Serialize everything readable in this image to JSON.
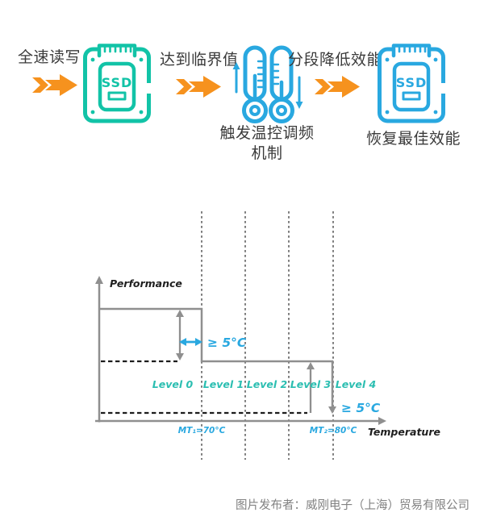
{
  "colors": {
    "teal": "#12c3a7",
    "blue": "#29a8e0",
    "orange": "#f6921e",
    "gray_line": "#8f8f8f",
    "dark_text": "#3a3a3a",
    "caption_gray": "#828282"
  },
  "flow": {
    "step1_label": "全速读写",
    "step2_label": "达到临界值",
    "step3_label": "分段降低效能",
    "ssd_label": "SSD",
    "thermometer_caption_line1": "触发温控调频",
    "thermometer_caption_line2": "机制",
    "result_caption": "恢复最佳效能"
  },
  "chart_data": {
    "type": "line",
    "subtype": "step-down performance staircase (SSD thermal throttling with hysteresis)",
    "title": "",
    "xlabel": "Temperature",
    "ylabel": "Performance",
    "levels": [
      "Level 0",
      "Level 1",
      "Level 2",
      "Level 3",
      "Level 4"
    ],
    "thresholds": [
      {
        "label": "MT₁=70°C",
        "value_c": 70
      },
      {
        "label": "MT₂=80°C",
        "value_c": 80
      }
    ],
    "hysteresis_label_1": "≥ 5°C",
    "hysteresis_label_2": "≥ 5°C",
    "steps": [
      {
        "region": "below MT₁ (Level 0)",
        "performance": "high"
      },
      {
        "region": "between MT₁ and MT₂ (Level 1 – Level 3)",
        "performance": "medium"
      },
      {
        "region": "above MT₂ (Level 4)",
        "performance": "low"
      }
    ],
    "grid": "four dashed vertical guides at level boundaries; dashed horizontal guides at the two lower performance plateaus",
    "legend": "none"
  },
  "caption": "图片发布者：威刚电子（上海）贸易有限公司"
}
